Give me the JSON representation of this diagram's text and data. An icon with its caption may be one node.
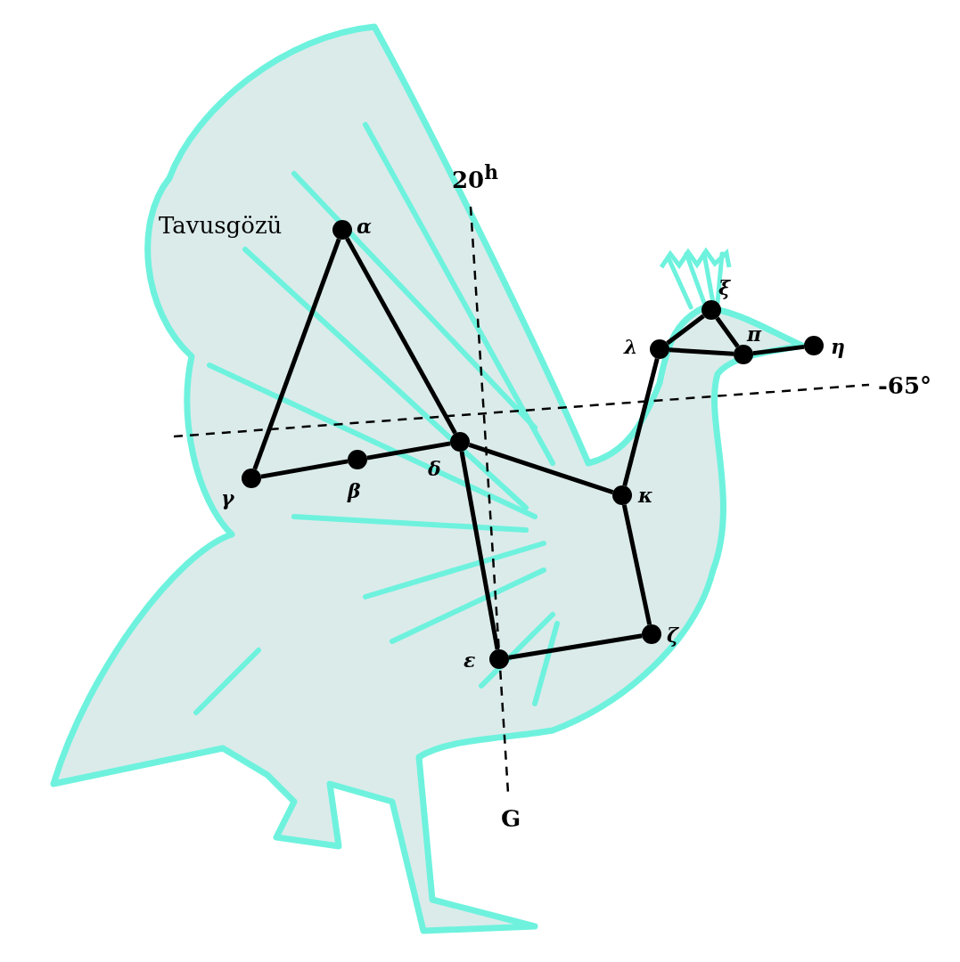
{
  "diagram": {
    "nodes": [
      {
        "text": [],
        "shape": "circle",
        "beside": [
          "Tavusgözü",
          "α"
        ]
      },
      {
        "text": [],
        "shape": "circle",
        "beside": [
          "β"
        ]
      },
      {
        "text": [],
        "shape": "circle",
        "beside": [
          "γ"
        ]
      },
      {
        "text": [],
        "shape": "circle",
        "beside": [
          "δ"
        ]
      },
      {
        "text": [],
        "shape": "circle",
        "beside": [
          "ε"
        ]
      },
      {
        "text": [],
        "shape": "circle",
        "beside": [
          "ζ"
        ]
      },
      {
        "text": [],
        "shape": "circle",
        "beside": [
          "η"
        ]
      },
      {
        "text": [],
        "shape": "circle",
        "beside": [
          "κ"
        ]
      },
      {
        "text": [],
        "shape": "circle",
        "beside": [
          "λ"
        ]
      },
      {
        "text": [],
        "shape": "circle",
        "beside": [
          "ξ"
        ]
      },
      {
        "text": [],
        "shape": "circle",
        "beside": [
          "π"
        ]
      }
    ],
    "edges": [
      {
        "from": 0,
        "to": 2,
        "arrow": "none"
      },
      {
        "from": 0,
        "to": 3,
        "arrow": "none"
      },
      {
        "from": 2,
        "to": 1,
        "arrow": "none"
      },
      {
        "from": 1,
        "to": 3,
        "arrow": "none"
      },
      {
        "from": 3,
        "to": 7,
        "arrow": "none"
      },
      {
        "from": 3,
        "to": 4,
        "arrow": "none"
      },
      {
        "from": 4,
        "to": 5,
        "arrow": "none"
      },
      {
        "from": 5,
        "to": 7,
        "arrow": "none"
      },
      {
        "from": 7,
        "to": 8,
        "arrow": "none"
      },
      {
        "from": 8,
        "to": 9,
        "arrow": "none"
      },
      {
        "from": 9,
        "to": 10,
        "arrow": "none"
      },
      {
        "from": 8,
        "to": 10,
        "arrow": "none"
      },
      {
        "from": 10,
        "to": 6,
        "arrow": "none"
      }
    ],
    "labels": [
      "20$^{h}$",
      "-65°",
      "G"
    ]
  }
}
